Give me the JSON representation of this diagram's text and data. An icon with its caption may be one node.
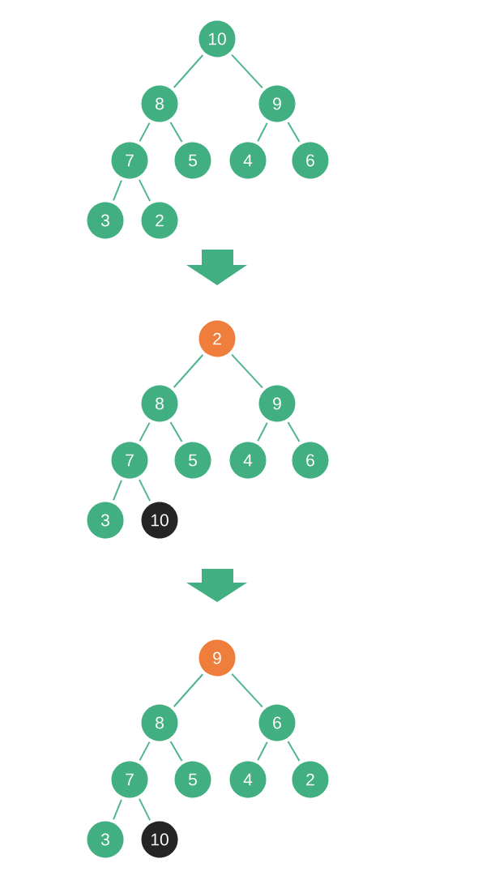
{
  "diagram": {
    "nodes": [
      {
        "text": [
          "10"
        ]
      },
      {
        "text": [
          "8"
        ]
      },
      {
        "text": [
          "9"
        ]
      },
      {
        "text": [
          "7"
        ]
      },
      {
        "text": [
          "5"
        ]
      },
      {
        "text": [
          "4"
        ]
      },
      {
        "text": [
          "6"
        ]
      },
      {
        "text": [
          "3"
        ]
      },
      {
        "text": [
          "2"
        ]
      },
      {
        "text": [
          "2"
        ]
      },
      {
        "text": [
          "8"
        ]
      },
      {
        "text": [
          "9"
        ]
      },
      {
        "text": [
          "7"
        ]
      },
      {
        "text": [
          "5"
        ]
      },
      {
        "text": [
          "4"
        ]
      },
      {
        "text": [
          "6"
        ]
      },
      {
        "text": [
          "3"
        ]
      },
      {
        "text": [
          "10"
        ]
      },
      {
        "text": [
          "9"
        ]
      },
      {
        "text": [
          "8"
        ]
      },
      {
        "text": [
          "6"
        ]
      },
      {
        "text": [
          "7"
        ]
      },
      {
        "text": [
          "5"
        ]
      },
      {
        "text": [
          "4"
        ]
      },
      {
        "text": [
          "2"
        ]
      },
      {
        "text": [
          "3"
        ]
      },
      {
        "text": [
          "10"
        ]
      }
    ],
    "edges": [
      {
        "from": 0,
        "to": 1,
        "arrow": "none"
      },
      {
        "from": 0,
        "to": 2,
        "arrow": "none"
      },
      {
        "from": 1,
        "to": 3,
        "arrow": "none"
      },
      {
        "from": 1,
        "to": 4,
        "arrow": "none"
      },
      {
        "from": 2,
        "to": 5,
        "arrow": "none"
      },
      {
        "from": 2,
        "to": 6,
        "arrow": "none"
      },
      {
        "from": 3,
        "to": 7,
        "arrow": "none"
      },
      {
        "from": 3,
        "to": 8,
        "arrow": "none"
      },
      {
        "from": 9,
        "to": 10,
        "arrow": "none"
      },
      {
        "from": 9,
        "to": 11,
        "arrow": "none"
      },
      {
        "from": 10,
        "to": 12,
        "arrow": "none"
      },
      {
        "from": 10,
        "to": 13,
        "arrow": "none"
      },
      {
        "from": 11,
        "to": 14,
        "arrow": "none"
      },
      {
        "from": 11,
        "to": 15,
        "arrow": "none"
      },
      {
        "from": 12,
        "to": 16,
        "arrow": "none"
      },
      {
        "from": 12,
        "to": 17,
        "arrow": "none"
      },
      {
        "from": 18,
        "to": 19,
        "arrow": "none"
      },
      {
        "from": 18,
        "to": 20,
        "arrow": "none"
      },
      {
        "from": 19,
        "to": 21,
        "arrow": "none"
      },
      {
        "from": 19,
        "to": 22,
        "arrow": "none"
      },
      {
        "from": 20,
        "to": 23,
        "arrow": "none"
      },
      {
        "from": 20,
        "to": 24,
        "arrow": "none"
      },
      {
        "from": 21,
        "to": 25,
        "arrow": "none"
      },
      {
        "from": 21,
        "to": 26,
        "arrow": "none"
      }
    ]
  }
}
